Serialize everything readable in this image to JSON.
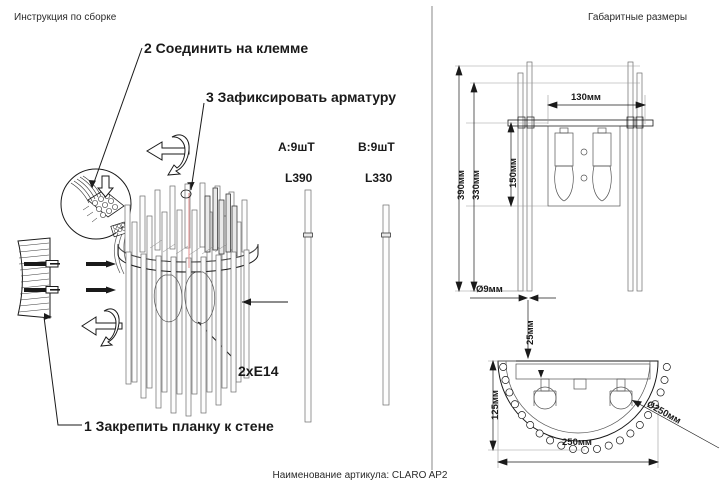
{
  "document": {
    "title": "CLARO AP2",
    "footer": "Наименование артикула: CLARO AP2"
  },
  "headers": {
    "left": "Инструкция по сборке",
    "right": "Габаритные размеры"
  },
  "steps": [
    {
      "id": 1,
      "label": "1 Закрепить планку к стене"
    },
    {
      "id": 2,
      "label": "2 Соединить на клемме"
    },
    {
      "id": 3,
      "label": "3 Зафиксировать арматуру"
    }
  ],
  "annotations": {
    "lamp_sockets": "2xE14"
  },
  "parts": [
    {
      "code": "A",
      "qty_label": "A:9шТ",
      "length_label": "L390"
    },
    {
      "code": "B",
      "qty_label": "B:9шТ",
      "length_label": "L330"
    }
  ],
  "dimensions": {
    "front_view": [
      {
        "name": "total-height",
        "value": "390мм"
      },
      {
        "name": "body-height",
        "value": "330мм"
      },
      {
        "name": "plate-height",
        "value": "150мм"
      },
      {
        "name": "plate-width",
        "value": "130мм"
      },
      {
        "name": "rod-diameter",
        "value": "Ø9мм"
      },
      {
        "name": "rod-offset",
        "value": "25мм"
      }
    ],
    "top_view": [
      {
        "name": "depth",
        "value": "125мм"
      },
      {
        "name": "width",
        "value": "250мм"
      },
      {
        "name": "diameter",
        "value": "Ø250мм"
      }
    ]
  },
  "colors": {
    "ink": "#1a1a1a",
    "line": "#555555",
    "marker": "#e8a0a0",
    "background": "#ffffff"
  }
}
